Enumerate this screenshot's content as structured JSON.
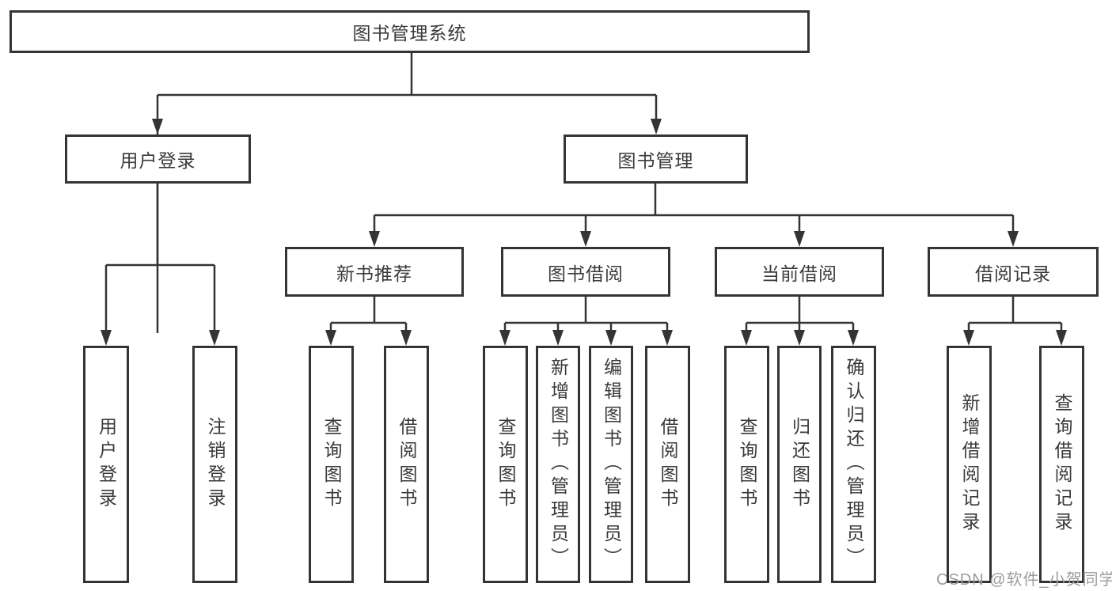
{
  "tree": {
    "label": "图书管理系统",
    "children": [
      {
        "label": "用户登录",
        "children": [
          {
            "label": "用户登录"
          },
          {
            "label": "注销登录"
          }
        ]
      },
      {
        "label": "图书管理",
        "children": [
          {
            "label": "新书推荐",
            "children": [
              {
                "label": "查询图书"
              },
              {
                "label": "借阅图书"
              }
            ]
          },
          {
            "label": "图书借阅",
            "children": [
              {
                "label": "查询图书"
              },
              {
                "label": "新增图书（管理员）"
              },
              {
                "label": "编辑图书（管理员）"
              },
              {
                "label": "借阅图书"
              }
            ]
          },
          {
            "label": "当前借阅",
            "children": [
              {
                "label": "查询图书"
              },
              {
                "label": "归还图书"
              },
              {
                "label": "确认归还（管理员）"
              }
            ]
          },
          {
            "label": "借阅记录",
            "children": [
              {
                "label": "新增借阅记录"
              },
              {
                "label": "查询借阅记录"
              }
            ]
          }
        ]
      }
    ]
  },
  "watermark": {
    "text": "CSDN @软件_小贺同学"
  },
  "colors": {
    "line": "#343434",
    "text": "#3a3a3a",
    "background": "#ffffff",
    "watermark": "#9c9c9c"
  }
}
